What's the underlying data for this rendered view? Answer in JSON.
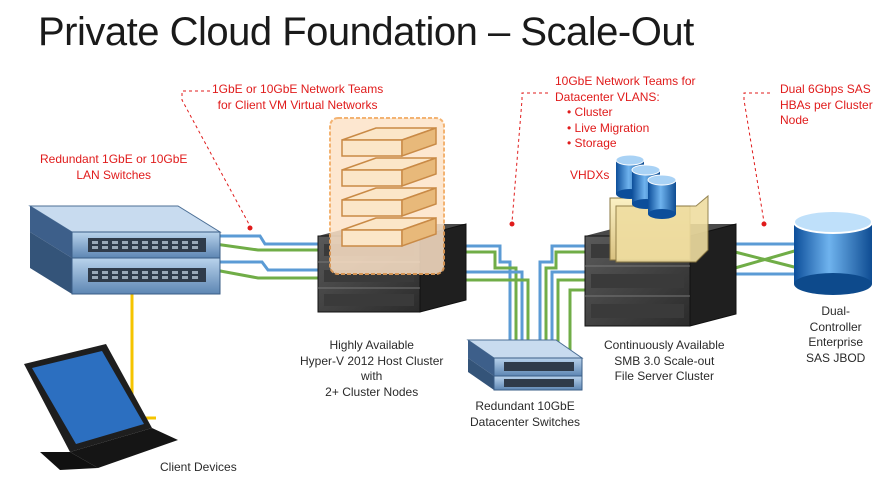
{
  "title": "Private Cloud Foundation – Scale-Out",
  "callouts": {
    "network_teams": [
      "1GbE or 10GbE Network Teams",
      "for Client VM Virtual Networks"
    ],
    "lan_switches": [
      "Redundant 1GbE or 10GbE",
      "LAN Switches"
    ],
    "dc_vlans_title": [
      "10GbE Network Teams for",
      "Datacenter VLANS:"
    ],
    "dc_vlans_items": [
      "Cluster",
      "Live Migration",
      "Storage"
    ],
    "sas_hbas": [
      "Dual 6Gbps SAS",
      "HBAs per Cluster",
      "Node"
    ],
    "vhdx": "VHDXs"
  },
  "labels": {
    "hyperv": [
      "Highly Available",
      "Hyper-V 2012 Host Cluster",
      "with",
      "2+ Cluster Nodes"
    ],
    "smb": [
      "Continuously Available",
      "SMB 3.0 Scale-out",
      "File Server Cluster"
    ],
    "dc_switches": [
      "Redundant 10GbE",
      "Datacenter Switches"
    ],
    "jbod": [
      "Dual-",
      "Controller",
      "Enterprise",
      "SAS JBOD"
    ],
    "client": "Client Devices"
  },
  "colors": {
    "callout_red": "#e01b1b",
    "link_blue": "#5b9bd5",
    "link_green": "#70ad47",
    "link_yellow": "#f5c400",
    "vm_orange": "#f2a65a",
    "vhdx_blue": "#1f78c8"
  }
}
